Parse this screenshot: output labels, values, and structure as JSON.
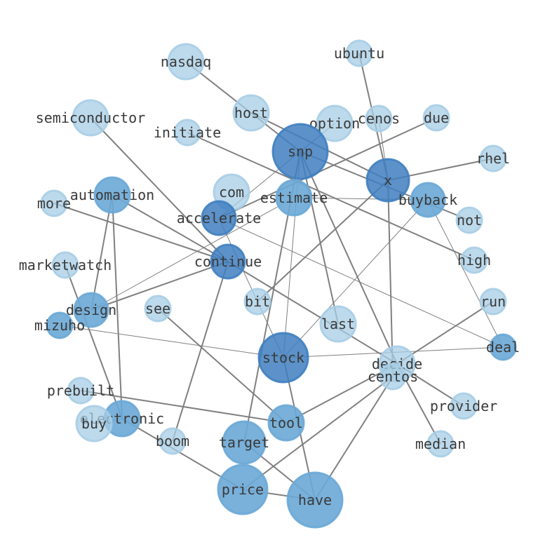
{
  "colors": {
    "light": "#a7cde6",
    "mid": "#6aa9d6",
    "dark": "#3f7fc0",
    "edge": "#808080",
    "label": "#3a3a3a"
  },
  "nodes": [
    {
      "id": "nasdaq",
      "label": "nasdaq",
      "weight": 1
    },
    {
      "id": "ubuntu",
      "label": "ubuntu",
      "weight": 1
    },
    {
      "id": "semiconductor",
      "label": "semiconductor",
      "weight": 1
    },
    {
      "id": "host",
      "label": "host",
      "weight": 1
    },
    {
      "id": "option",
      "label": "option",
      "weight": 1
    },
    {
      "id": "cenos",
      "label": "cenos",
      "weight": 1
    },
    {
      "id": "due",
      "label": "due",
      "weight": 1
    },
    {
      "id": "initiate",
      "label": "initiate",
      "weight": 1
    },
    {
      "id": "snp",
      "label": "snp",
      "weight": 3
    },
    {
      "id": "rhel",
      "label": "rhel",
      "weight": 1
    },
    {
      "id": "x",
      "label": "x",
      "weight": 3
    },
    {
      "id": "com",
      "label": "com",
      "weight": 1
    },
    {
      "id": "automation",
      "label": "automation",
      "weight": 2
    },
    {
      "id": "estimate",
      "label": "estimate",
      "weight": 2
    },
    {
      "id": "buyback",
      "label": "buyback",
      "weight": 2
    },
    {
      "id": "more",
      "label": "more",
      "weight": 1
    },
    {
      "id": "accelerate",
      "label": "accelerate",
      "weight": 3
    },
    {
      "id": "not",
      "label": "not",
      "weight": 1
    },
    {
      "id": "marketwatch",
      "label": "marketwatch",
      "weight": 1
    },
    {
      "id": "continue",
      "label": "continue",
      "weight": 3
    },
    {
      "id": "high",
      "label": "high",
      "weight": 1
    },
    {
      "id": "bit",
      "label": "bit",
      "weight": 1
    },
    {
      "id": "run",
      "label": "run",
      "weight": 1
    },
    {
      "id": "design",
      "label": "design",
      "weight": 2
    },
    {
      "id": "see",
      "label": "see",
      "weight": 1
    },
    {
      "id": "last",
      "label": "last",
      "weight": 1
    },
    {
      "id": "mizuho",
      "label": "mizuho",
      "weight": 2
    },
    {
      "id": "deal",
      "label": "deal",
      "weight": 2
    },
    {
      "id": "stock",
      "label": "stock",
      "weight": 3
    },
    {
      "id": "decide",
      "label": "decide",
      "weight": 1
    },
    {
      "id": "centos",
      "label": "centos",
      "weight": 1
    },
    {
      "id": "prebuilt",
      "label": "prebuilt",
      "weight": 1
    },
    {
      "id": "provider",
      "label": "provider",
      "weight": 1
    },
    {
      "id": "electronic",
      "label": "electronic",
      "weight": 2
    },
    {
      "id": "buy",
      "label": "buy",
      "weight": 1
    },
    {
      "id": "tool",
      "label": "tool",
      "weight": 2
    },
    {
      "id": "boom",
      "label": "boom",
      "weight": 1
    },
    {
      "id": "target",
      "label": "target",
      "weight": 2
    },
    {
      "id": "median",
      "label": "median",
      "weight": 1
    },
    {
      "id": "price",
      "label": "price",
      "weight": 2
    },
    {
      "id": "have",
      "label": "have",
      "weight": 2
    }
  ],
  "edges": [
    [
      "nasdaq",
      "snp",
      2
    ],
    [
      "host",
      "x",
      2
    ],
    [
      "snp",
      "not",
      2
    ],
    [
      "ubuntu",
      "x",
      2
    ],
    [
      "cenos",
      "x",
      1
    ],
    [
      "x",
      "rhel",
      2
    ],
    [
      "x",
      "centos",
      2
    ],
    [
      "x",
      "bit",
      2
    ],
    [
      "option",
      "accelerate",
      1
    ],
    [
      "due",
      "accelerate",
      2
    ],
    [
      "semiconductor",
      "continue",
      2
    ],
    [
      "initiate",
      "high",
      2
    ],
    [
      "snp",
      "last",
      2
    ],
    [
      "snp",
      "target",
      2
    ],
    [
      "snp",
      "decide",
      2
    ],
    [
      "snp",
      "stock",
      1
    ],
    [
      "estimate",
      "design",
      1
    ],
    [
      "estimate",
      "buyback",
      1
    ],
    [
      "automation",
      "continue",
      2
    ],
    [
      "automation",
      "design",
      2
    ],
    [
      "automation",
      "electronic",
      2
    ],
    [
      "more",
      "continue",
      2
    ],
    [
      "accelerate",
      "deal",
      1
    ],
    [
      "accelerate",
      "stock",
      1
    ],
    [
      "continue",
      "design",
      2
    ],
    [
      "continue",
      "decide",
      2
    ],
    [
      "continue",
      "boom",
      2
    ],
    [
      "buyback",
      "deal",
      1
    ],
    [
      "buyback",
      "stock",
      1
    ],
    [
      "marketwatch",
      "electronic",
      2
    ],
    [
      "see",
      "tool",
      2
    ],
    [
      "mizuho",
      "stock",
      1
    ],
    [
      "stock",
      "deal",
      1
    ],
    [
      "stock",
      "have",
      2
    ],
    [
      "run",
      "decide",
      2
    ],
    [
      "decide",
      "provider",
      2
    ],
    [
      "decide",
      "median",
      2
    ],
    [
      "decide",
      "tool",
      2
    ],
    [
      "centos",
      "have",
      2
    ],
    [
      "centos",
      "price",
      2
    ],
    [
      "prebuilt",
      "tool",
      2
    ],
    [
      "electronic",
      "price",
      2
    ],
    [
      "target",
      "have",
      2
    ],
    [
      "price",
      "have",
      2
    ],
    [
      "buy",
      "electronic",
      1
    ]
  ]
}
